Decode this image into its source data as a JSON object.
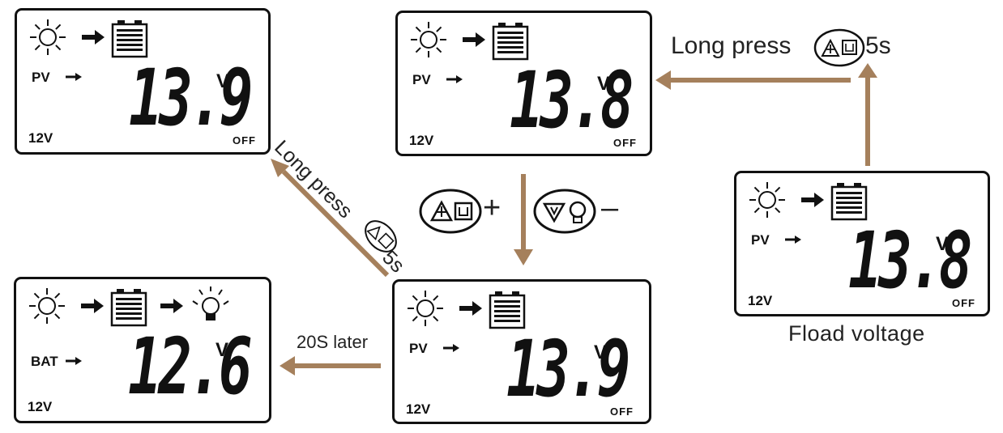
{
  "colors": {
    "arrow": "#a5805c",
    "ink": "#111111"
  },
  "screens": [
    {
      "id": "top-left",
      "source": "PV",
      "voltage": "13.9",
      "unit": "V",
      "system": "12V",
      "load_state": "OFF",
      "shows_load": false
    },
    {
      "id": "top-middle",
      "source": "PV",
      "voltage": "13.8",
      "unit": "V",
      "system": "12V",
      "load_state": "OFF",
      "shows_load": false
    },
    {
      "id": "right",
      "source": "PV",
      "voltage": "13.8",
      "unit": "V",
      "system": "12V",
      "load_state": "OFF",
      "shows_load": false
    },
    {
      "id": "bottom-middle",
      "source": "PV",
      "voltage": "13.9",
      "unit": "V",
      "system": "12V",
      "load_state": "OFF",
      "shows_load": false
    },
    {
      "id": "bottom-left",
      "source": "BAT",
      "voltage": "12.6",
      "unit": "V",
      "system": "12V",
      "load_state": "",
      "shows_load": true
    }
  ],
  "captions": {
    "long_press_top": {
      "prefix": "Long press",
      "suffix": "5s"
    },
    "long_press_diag": {
      "prefix": "Long press",
      "suffix": "5s"
    },
    "later": "20S later",
    "float_label": "Fload voltage",
    "plus": "+",
    "minus": "–"
  },
  "icons": [
    "sun-icon",
    "arrow-right-icon",
    "battery-icon",
    "bulb-icon",
    "up-setting-button-icon",
    "down-load-button-icon"
  ]
}
